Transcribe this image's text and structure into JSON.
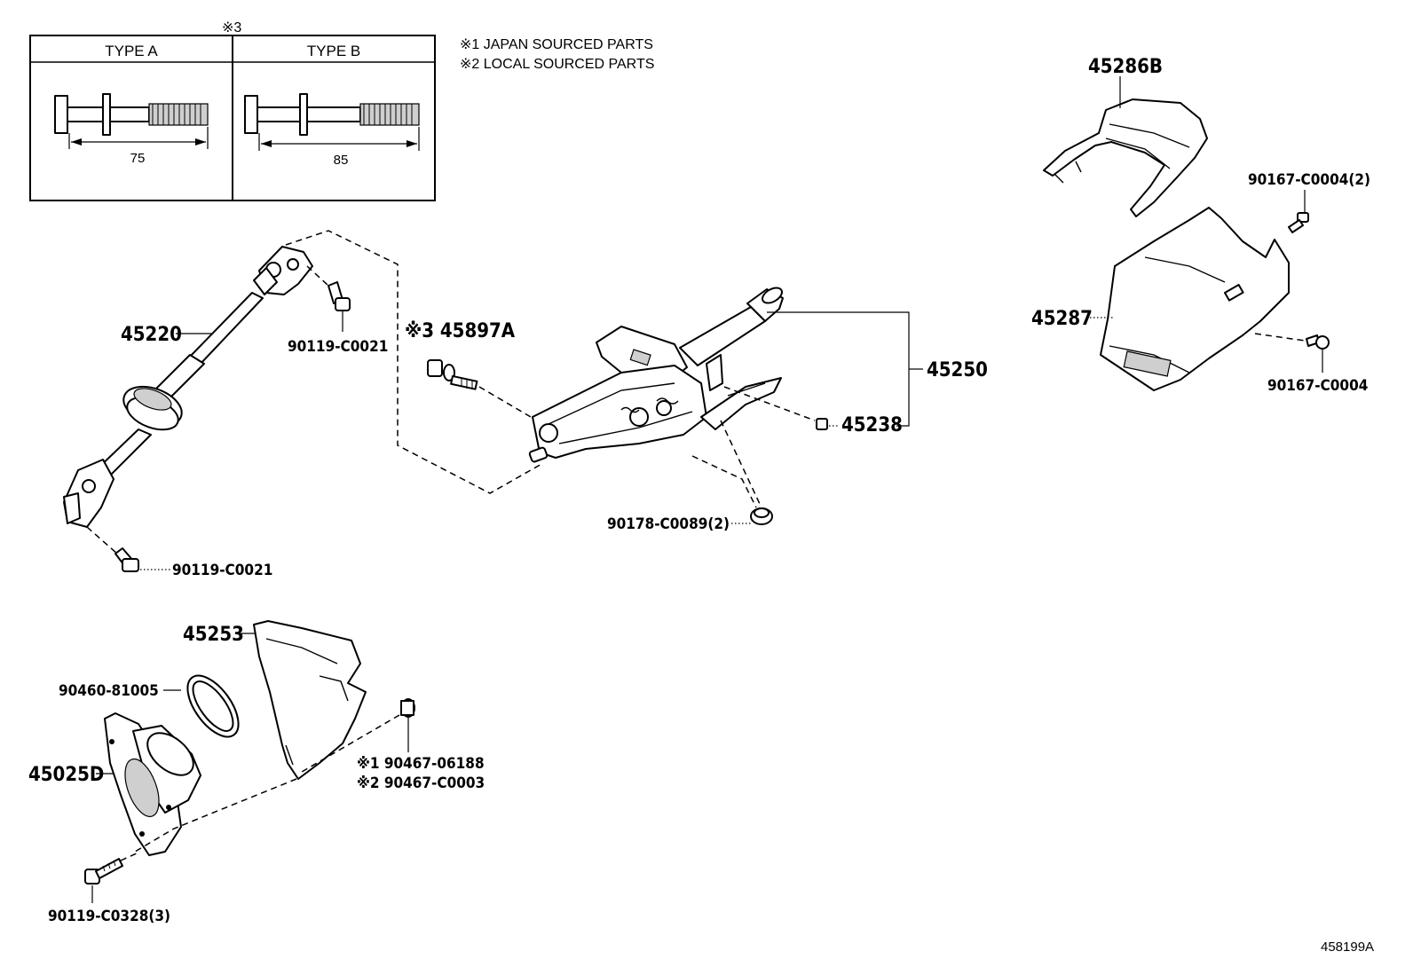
{
  "notes": {
    "type_table_ref": "※3",
    "note1": "※1 JAPAN SOURCED PARTS",
    "note2": "※2 LOCAL SOURCED PARTS"
  },
  "type_table": {
    "type_a": {
      "header": "TYPE A",
      "length": "75"
    },
    "type_b": {
      "header": "TYPE B",
      "length": "85"
    }
  },
  "parts": {
    "p45220": "45220",
    "p90119_top": "90119-C0021",
    "p90119_bottom": "90119-C0021",
    "p45897a": "※3 45897A",
    "p45250": "45250",
    "p45238": "45238",
    "p90178": "90178-C0089(2)",
    "p45286b": "45286B",
    "p90167_2": "90167-C0004(2)",
    "p45287": "45287",
    "p90167": "90167-C0004",
    "p45253": "45253",
    "p90460": "90460-81005",
    "p45025d": "45025D",
    "p90467_1": "※1 90467-06188",
    "p90467_2": "※2 90467-C0003",
    "p90119_c0328": "90119-C0328(3)"
  },
  "diagram_id": "458199A"
}
